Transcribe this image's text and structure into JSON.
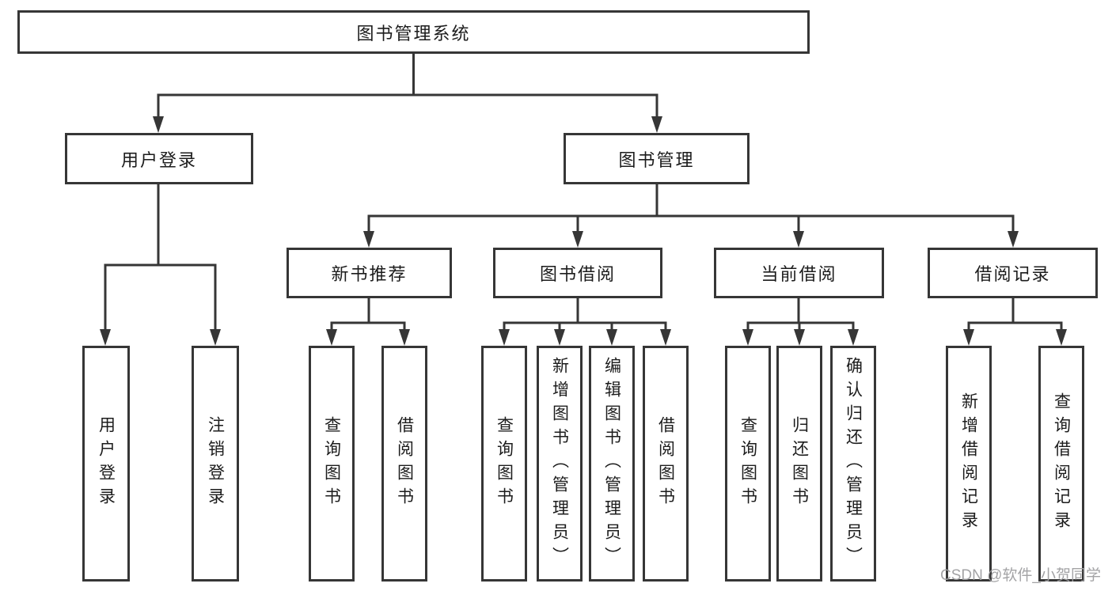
{
  "diagram": {
    "title": "图书管理系统",
    "nodes": {
      "root": {
        "label": "图书管理系统"
      },
      "user_login": {
        "label": "用户登录"
      },
      "book_mgmt": {
        "label": "图书管理"
      },
      "new_book_rec": {
        "label": "新书推荐"
      },
      "book_borrow": {
        "label": "图书借阅"
      },
      "current_borrow": {
        "label": "当前借阅"
      },
      "borrow_record": {
        "label": "借阅记录"
      }
    },
    "leaves": [
      {
        "label": "用户登录"
      },
      {
        "label": "注销登录"
      },
      {
        "label": "查询图书"
      },
      {
        "label": "借阅图书"
      },
      {
        "label": "查询图书"
      },
      {
        "label": "新增图书（管理员）"
      },
      {
        "label": "编辑图书（管理员）"
      },
      {
        "label": "借阅图书"
      },
      {
        "label": "查询图书"
      },
      {
        "label": "归还图书"
      },
      {
        "label": "确认归还（管理员）"
      },
      {
        "label": "新增借阅记录"
      },
      {
        "label": "查询借阅记录"
      }
    ],
    "watermark": "CSDN @软件_小贺同学",
    "colors": {
      "line": "#363636",
      "text": "#1c1c1c",
      "watermark": "#9e9ea0",
      "background": "#ffffff"
    }
  }
}
